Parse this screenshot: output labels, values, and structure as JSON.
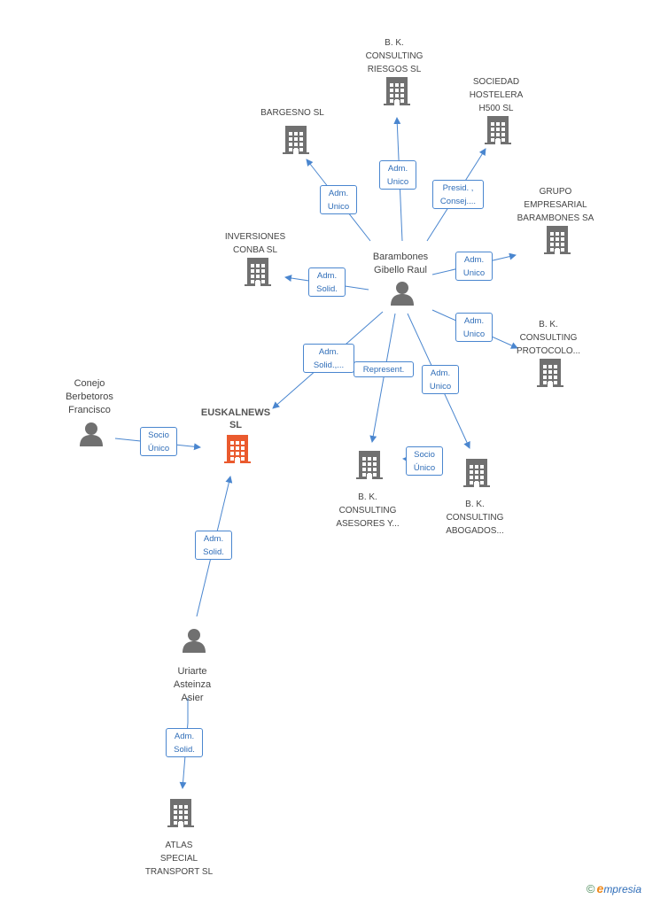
{
  "colors": {
    "edge": "#4a86cf",
    "icon": "#707070",
    "main_icon": "#ea5a2e",
    "label_text": "#2f6db8"
  },
  "nodes": [
    {
      "id": "bk_riesgos",
      "type": "company",
      "label": "B. K.\nCONSULTING\nRIESGOS SL"
    },
    {
      "id": "sociedad",
      "type": "company",
      "label": "SOCIEDAD\nHOSTELERA\nH500  SL"
    },
    {
      "id": "bargesno",
      "type": "company",
      "label": "BARGESNO  SL"
    },
    {
      "id": "grupo",
      "type": "company",
      "label": "GRUPO\nEMPRESARIAL\nBARAMBONES SA"
    },
    {
      "id": "inversiones",
      "type": "company",
      "label": "INVERSIONES\nCONBA SL"
    },
    {
      "id": "barambones",
      "type": "person",
      "label": "Barambones\nGibello Raul"
    },
    {
      "id": "bk_protocolo",
      "type": "company",
      "label": "B. K.\nCONSULTING\nPROTOCOLO..."
    },
    {
      "id": "conejo",
      "type": "person",
      "label": "Conejo\nBerbetoros\nFrancisco"
    },
    {
      "id": "euskalnews",
      "type": "main",
      "label": "EUSKALNEWS\nSL"
    },
    {
      "id": "bk_asesores",
      "type": "company",
      "label": "B. K.\nCONSULTING\nASESORES Y..."
    },
    {
      "id": "bk_abogados",
      "type": "company",
      "label": "B. K.\nCONSULTING\nABOGADOS..."
    },
    {
      "id": "uriarte",
      "type": "person",
      "label": "Uriarte\nAsteinza\nAsier"
    },
    {
      "id": "atlas",
      "type": "company",
      "label": "ATLAS\nSPECIAL\nTRANSPORT SL"
    }
  ],
  "edges": [
    {
      "from": "barambones",
      "to": "bk_riesgos",
      "label": "Adm.\nUnico"
    },
    {
      "from": "barambones",
      "to": "sociedad",
      "label": "Presid. ,\nConsej...."
    },
    {
      "from": "barambones",
      "to": "bargesno",
      "label": "Adm.\nUnico"
    },
    {
      "from": "barambones",
      "to": "grupo",
      "label": "Adm.\nUnico"
    },
    {
      "from": "barambones",
      "to": "inversiones",
      "label": "Adm.\nSolid."
    },
    {
      "from": "barambones",
      "to": "bk_protocolo",
      "label": "Adm.\nUnico"
    },
    {
      "from": "barambones",
      "to": "euskalnews",
      "label": "Adm.\nSolid.,..."
    },
    {
      "from": "barambones",
      "to": "bk_asesores",
      "label": "Represent."
    },
    {
      "from": "barambones",
      "to": "bk_abogados",
      "label": "Adm.\nUnico"
    },
    {
      "from": "bk_abogados",
      "to": "bk_asesores",
      "label": "Socio\nÚnico"
    },
    {
      "from": "conejo",
      "to": "euskalnews",
      "label": "Socio\nÚnico"
    },
    {
      "from": "uriarte",
      "to": "euskalnews",
      "label": "Adm.\nSolid."
    },
    {
      "from": "uriarte",
      "to": "atlas",
      "label": "Adm.\nSolid."
    }
  ],
  "footer": {
    "copyright": "©",
    "brand_initial": "e",
    "brand_rest": "mpresia"
  }
}
